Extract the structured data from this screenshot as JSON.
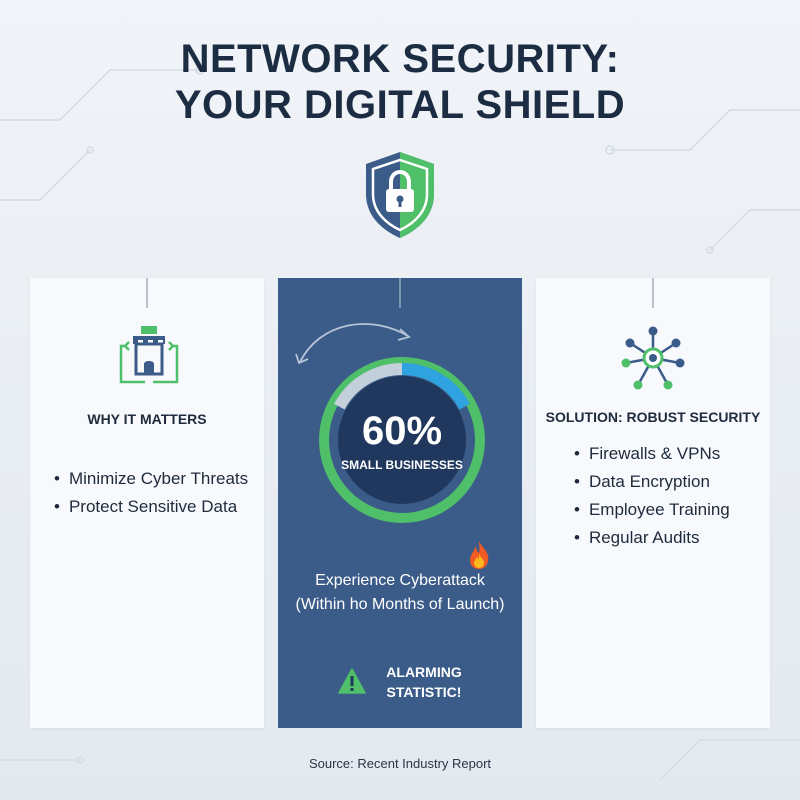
{
  "title": {
    "line1": "NETWORK SECURITY:",
    "line2": "YOUR DIGITAL SHIELD"
  },
  "icons": {
    "shield": "shield-lock-icon",
    "castle": "castle-icon",
    "network": "network-nodes-icon",
    "arrow": "curved-arrow-icon",
    "fire": "fire-icon",
    "warning": "warning-triangle-icon"
  },
  "colors": {
    "title": "#1c2c42",
    "panel_dark": "#3b5c89",
    "accent_green": "#4fbf69",
    "accent_blue": "#2ea3df"
  },
  "left_panel": {
    "heading": "WHY IT MATTERS",
    "bullets": [
      "Minimize Cyber Threats",
      "Protect Sensitive Data"
    ]
  },
  "middle_panel": {
    "percent": "60%",
    "percent_value": 60,
    "percent_label": "SMALL BUSINESSES",
    "caption_line1": "Experience Cyberattack",
    "caption_line2": "(Within ho Months of Launch)",
    "alert_line1": "ALARMING",
    "alert_line2": "STATISTIC!"
  },
  "right_panel": {
    "heading": "SOLUTION: ROBUST SECURITY",
    "bullets": [
      "Firewalls & VPNs",
      "Data Encryption",
      "Employee Training",
      "Regular Audits"
    ]
  },
  "source": "Source: Recent Industry Report"
}
